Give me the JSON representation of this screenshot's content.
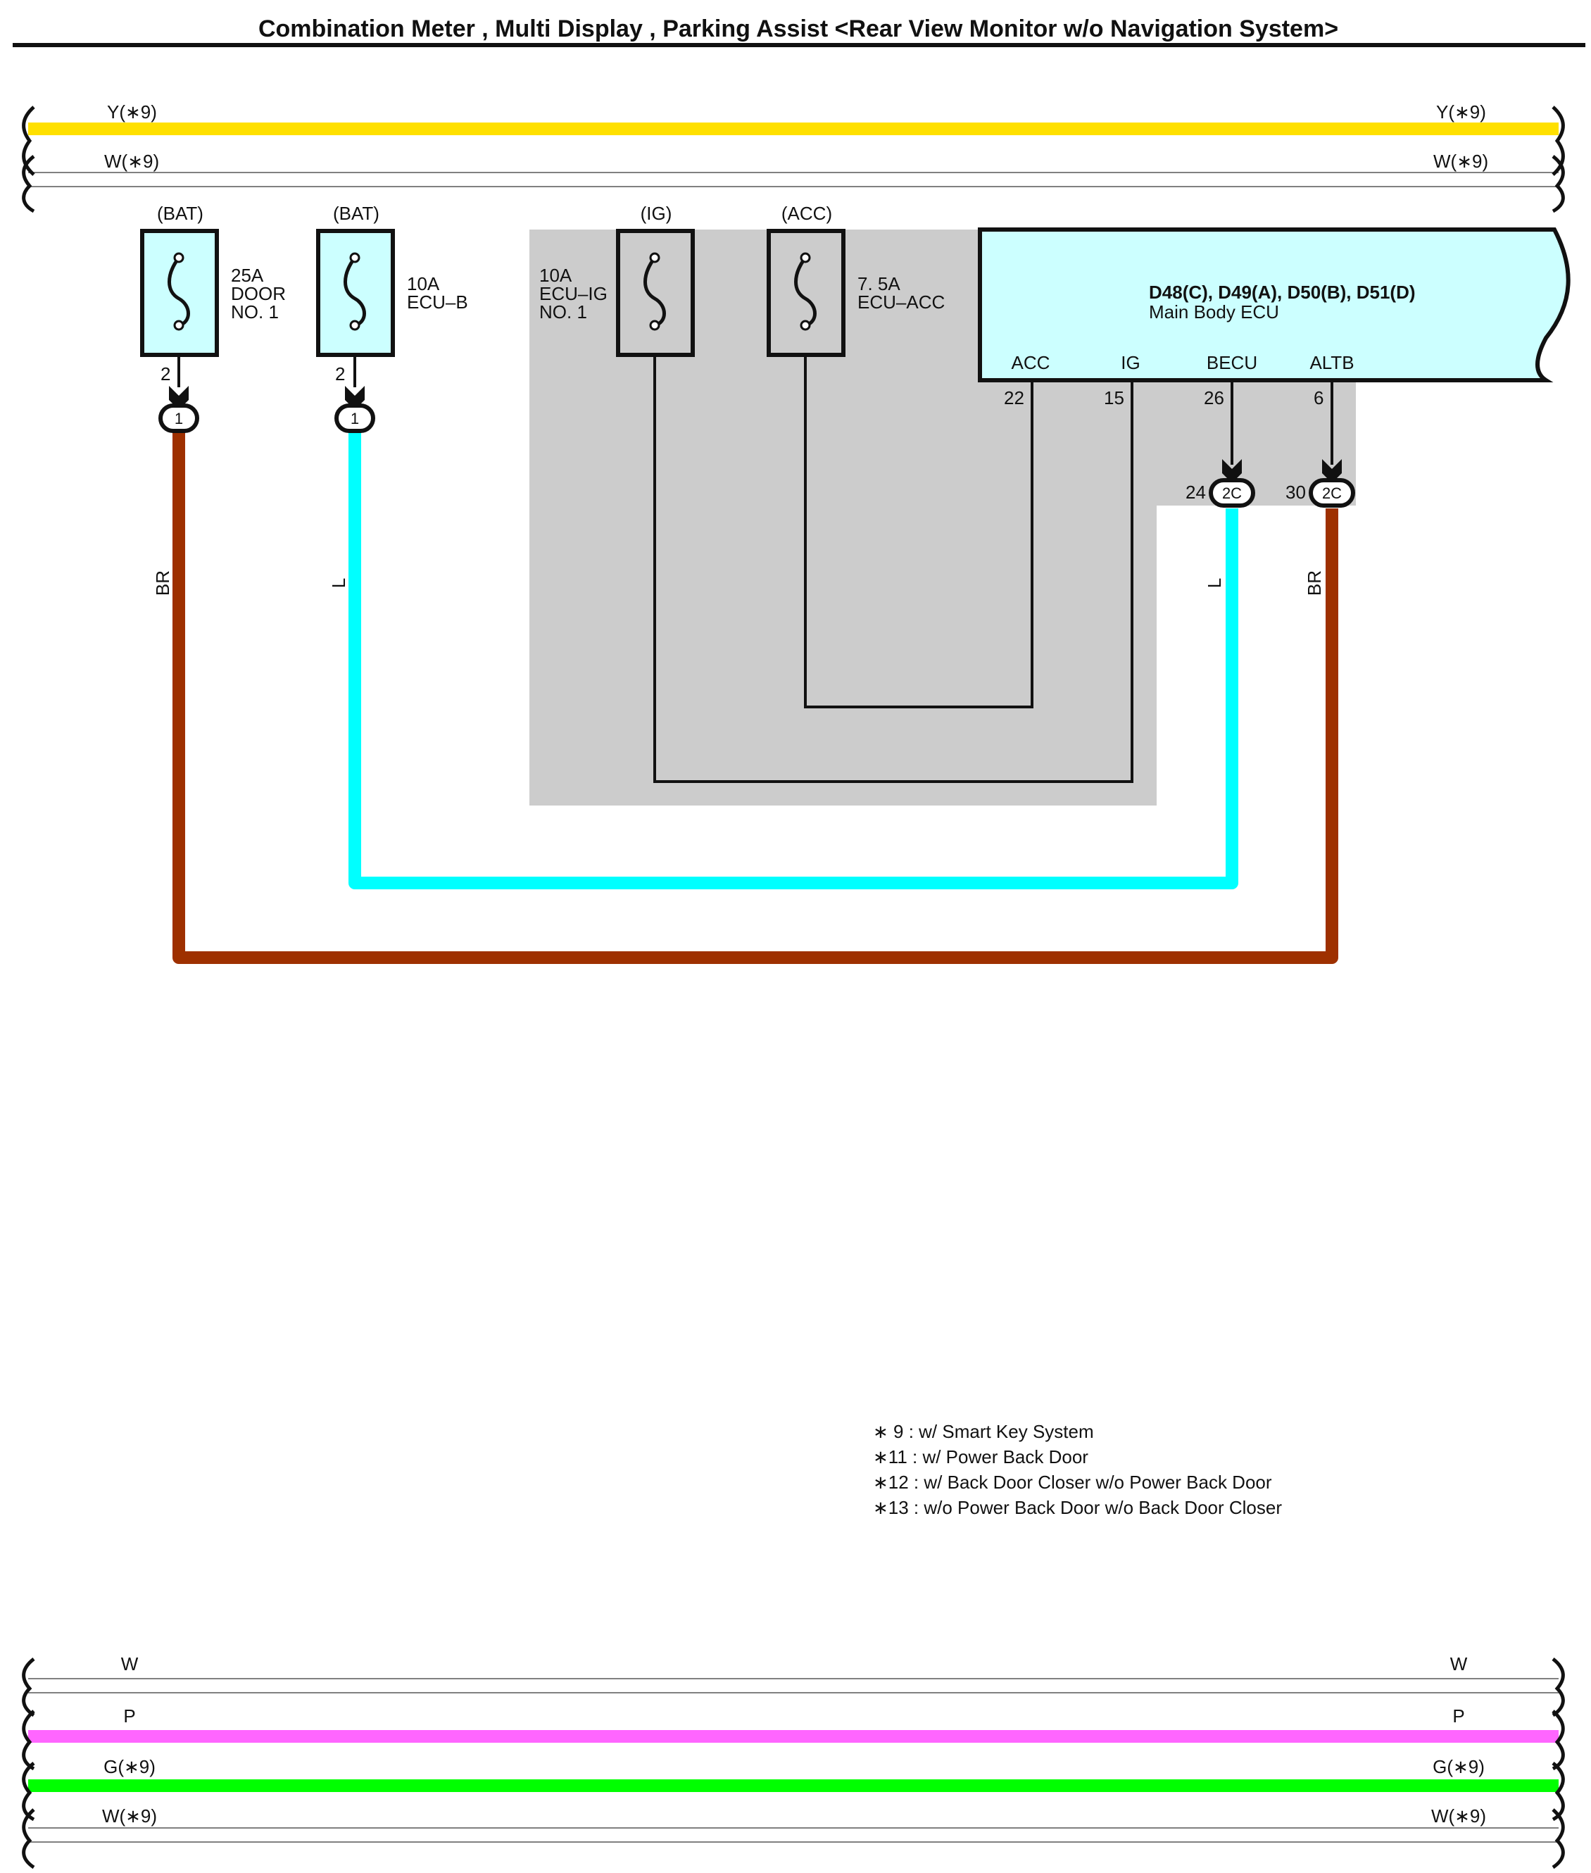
{
  "title": "Combination Meter , Multi Display , Parking Assist <Rear View Monitor w/o Navigation System>",
  "colors": {
    "yellow": "#FFE000",
    "cyan": "#00FFFF",
    "brown": "#9E3000",
    "pink": "#FF66FF",
    "green": "#00FF00",
    "fuse_fill": "#CCFFFF",
    "shade": "#CCCCCC",
    "thin_wire": "#808080"
  },
  "top_bus": {
    "line1_left": "Y(∗9)",
    "line1_right": "Y(∗9)",
    "line2_left": "W(∗9)",
    "line2_right": "W(∗9)"
  },
  "fuses": [
    {
      "source": "(BAT)",
      "rating": "25A",
      "name1": "DOOR",
      "name2": "NO. 1",
      "pin": "2"
    },
    {
      "source": "(BAT)",
      "rating": "10A",
      "name1": "ECU–B",
      "name2": "",
      "pin": "2"
    },
    {
      "source": "(IG)",
      "rating": "10A",
      "name1": "ECU–IG",
      "name2": "NO. 1"
    },
    {
      "source": "(ACC)",
      "rating": "7. 5A",
      "name1": "ECU–ACC",
      "name2": ""
    }
  ],
  "fuse_connectors": [
    "1",
    "1"
  ],
  "ecu": {
    "connectors": "D48(C), D49(A), D50(B), D51(D)",
    "name": "Main Body ECU",
    "terminals": [
      {
        "label": "ACC",
        "pin": "22"
      },
      {
        "label": "IG",
        "pin": "15"
      },
      {
        "label": "BECU",
        "pin": "26"
      },
      {
        "label": "ALTB",
        "pin": "6"
      }
    ]
  },
  "ecu_connectors": [
    {
      "pin": "24",
      "id": "2C"
    },
    {
      "pin": "30",
      "id": "2C"
    }
  ],
  "wire_labels": [
    "BR",
    "L",
    "L",
    "BR"
  ],
  "notes": [
    "∗ 9 : w/ Smart Key System",
    "∗11 : w/ Power Back Door",
    "∗12 : w/ Back Door Closer w/o Power Back Door",
    "∗13 : w/o Power Back Door w/o Back Door Closer"
  ],
  "bottom_bus": {
    "line1_left": "W",
    "line1_right": "W",
    "line2_left": "P",
    "line2_right": "P",
    "line3_left": "G(∗9)",
    "line3_right": "G(∗9)",
    "line4_left": "W(∗9)",
    "line4_right": "W(∗9)"
  }
}
